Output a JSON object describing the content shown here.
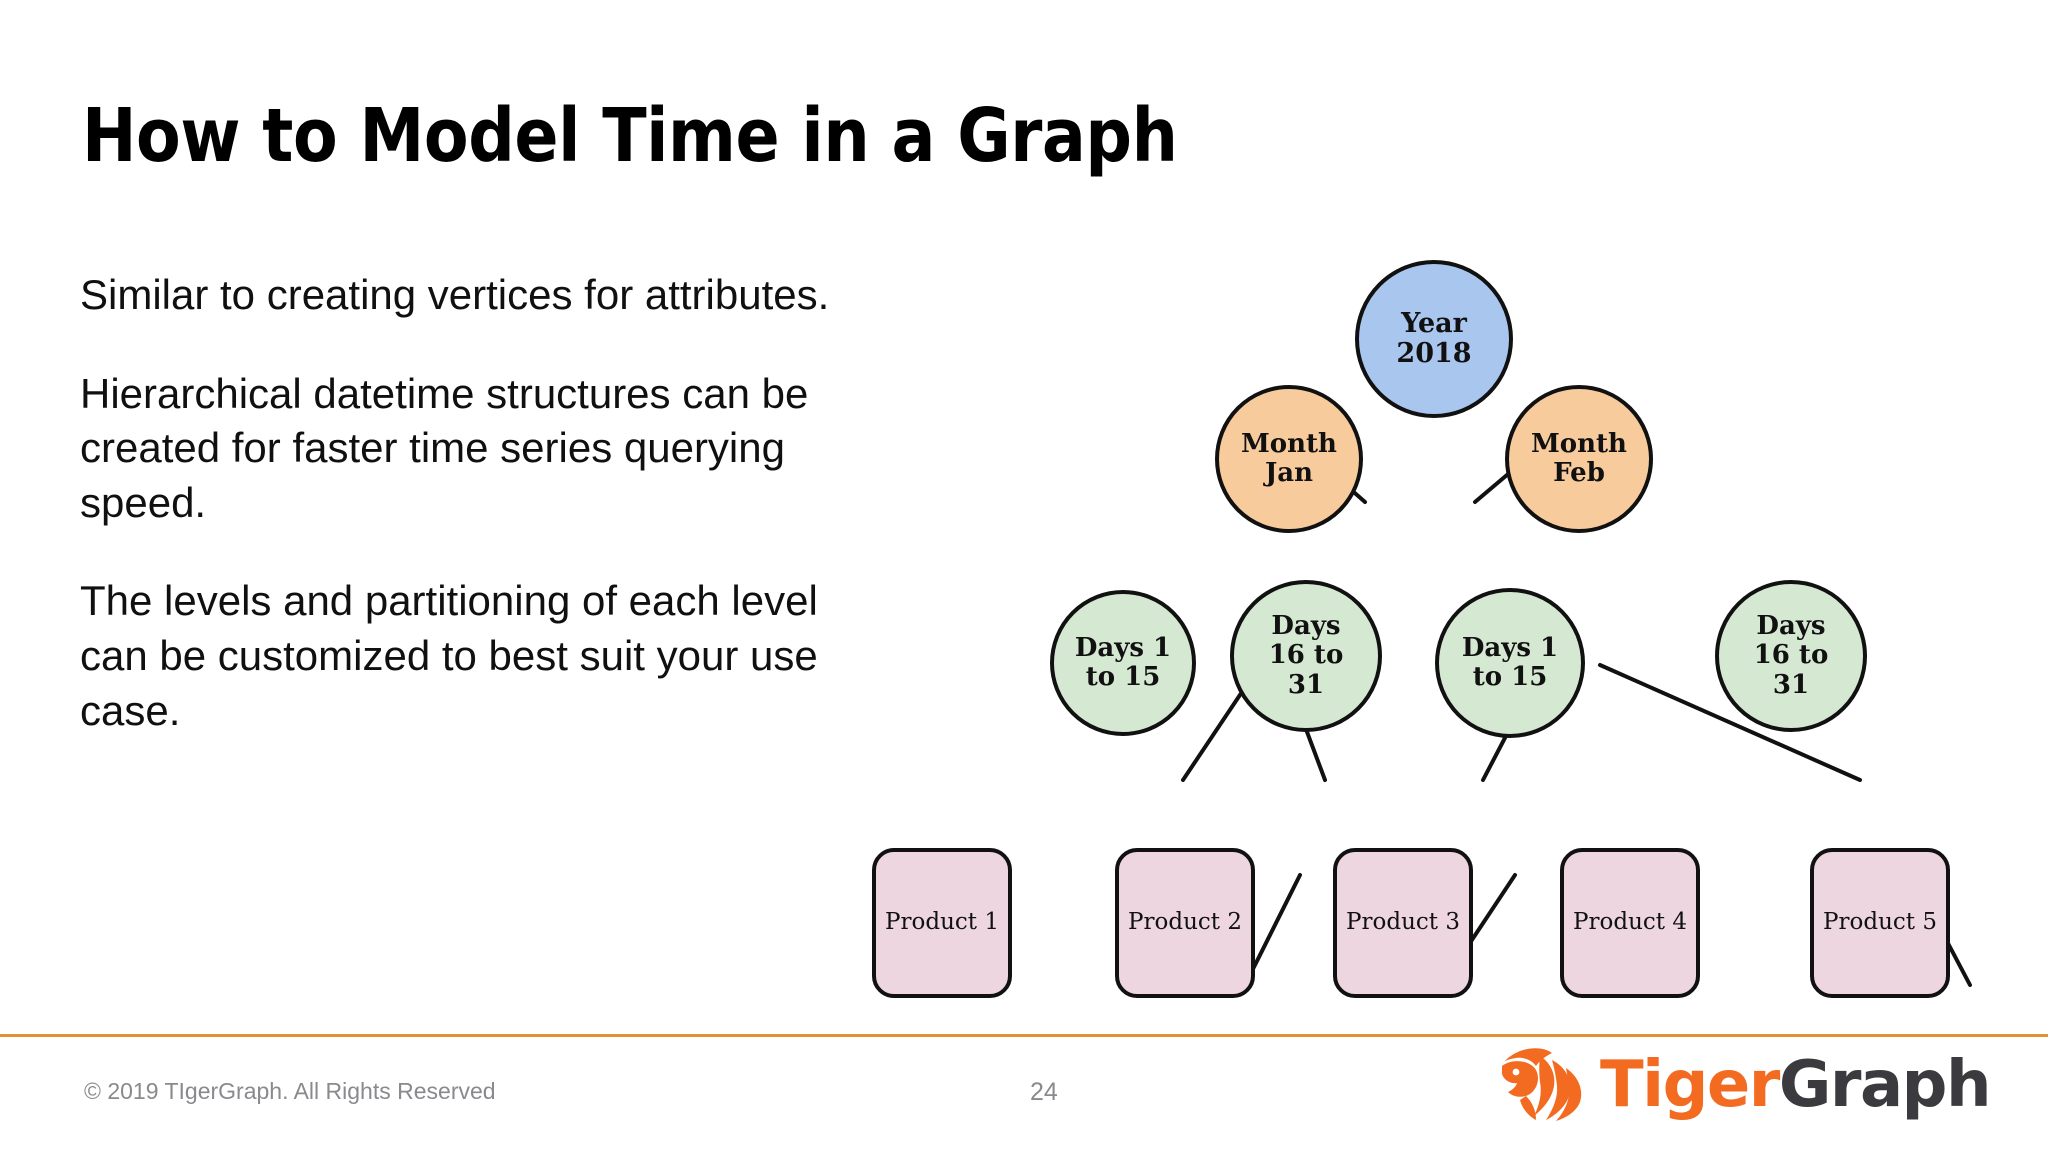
{
  "slide": {
    "title": "How to Model Time in a Graph",
    "paragraphs": [
      "Similar to creating vertices for attributes.",
      "Hierarchical datetime structures can be created for faster time series querying speed.",
      "The levels and partitioning of each level can be customized to best suit your use case."
    ]
  },
  "diagram": {
    "nodes": {
      "year": "Year\n2018",
      "month_jan": "Month\nJan",
      "month_feb": "Month\nFeb",
      "days_jan_1": "Days 1\nto 15",
      "days_jan_2": "Days\n16 to\n31",
      "days_feb_1": "Days 1\nto 15",
      "days_feb_2": "Days\n16 to\n31",
      "product_1": "Product 1",
      "product_2": "Product 2",
      "product_3": "Product 3",
      "product_4": "Product 4",
      "product_5": "Product 5"
    },
    "colors": {
      "year_fill": "#A9C6EE",
      "month_fill": "#F8CB9C",
      "days_fill": "#D5E8D2",
      "product_fill": "#EDD6E0",
      "stroke": "#111111"
    },
    "edges": [
      [
        "year",
        "month_jan"
      ],
      [
        "year",
        "month_feb"
      ],
      [
        "month_jan",
        "days_jan_1"
      ],
      [
        "month_jan",
        "days_jan_2"
      ],
      [
        "month_feb",
        "days_feb_1"
      ],
      [
        "month_feb",
        "days_feb_2"
      ],
      [
        "days_jan_1",
        "product_1"
      ],
      [
        "days_jan_2",
        "product_2"
      ],
      [
        "days_feb_1",
        "product_3"
      ],
      [
        "days_feb_1",
        "product_4"
      ],
      [
        "days_feb_2",
        "product_5"
      ]
    ]
  },
  "footer": {
    "copyright": "© 2019 TIgerGraph. All Rights Reserved",
    "page_number": "24",
    "brand_primary": "Tiger",
    "brand_secondary": "Graph",
    "rule_color": "#E2922E",
    "brand_orange": "#F26B21"
  }
}
